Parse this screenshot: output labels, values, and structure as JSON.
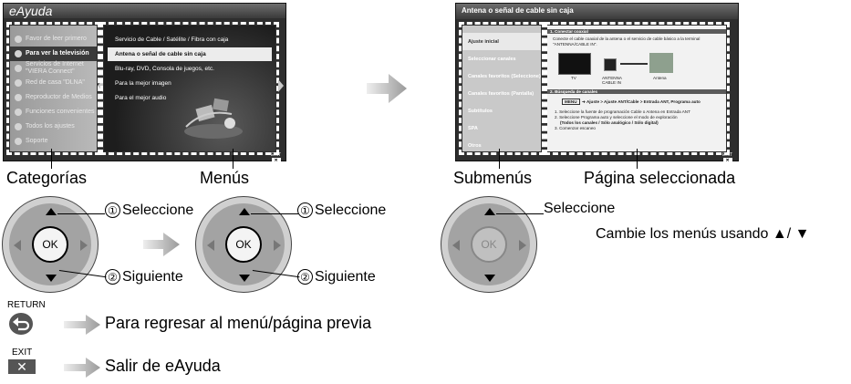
{
  "left_screen": {
    "title": "eAyuda",
    "categories": [
      {
        "label": "Favor de leer primero",
        "active": false
      },
      {
        "label": "Para ver la televisión",
        "active": true
      },
      {
        "label": "Servicios de Internet \"VIERA Connect\"",
        "active": false
      },
      {
        "label": "Red de casa \"DLNA\"",
        "active": false
      },
      {
        "label": "Reproductor de Medios",
        "active": false
      },
      {
        "label": "Funciones convenientes",
        "active": false
      },
      {
        "label": "Todos los ajustes",
        "active": false
      },
      {
        "label": "Soporte",
        "active": false
      }
    ],
    "menus": [
      {
        "label": "Servicio de Cable / Satélite / Fibra con caja",
        "active": false
      },
      {
        "label": "Antena o señal de cable sin caja",
        "active": true
      },
      {
        "label": "Blu-ray, DVD, Consola de juegos, etc.",
        "active": false
      },
      {
        "label": "Para la mejor imagen",
        "active": false
      },
      {
        "label": "Para el mejor audio",
        "active": false
      }
    ],
    "exit_label": "EXIT",
    "exit_key": "✕"
  },
  "right_screen": {
    "title": "Antena o señal de cable sin caja",
    "submenus": [
      {
        "label": "Ajuste inicial",
        "active": true
      },
      {
        "label": "Seleccionar canales",
        "active": false
      },
      {
        "label": "Canales favoritos (Seleccione)",
        "active": false
      },
      {
        "label": "Canales favoritos (Pantalla)",
        "active": false
      },
      {
        "label": "Subtítulos",
        "active": false
      },
      {
        "label": "SPA",
        "active": false
      },
      {
        "label": "Otros",
        "active": false
      }
    ],
    "page": {
      "section1": "1. Conectar coaxial",
      "section1_text1": "Conecte el cable coaxial de la antena o el servicio de cable básico a la terminal",
      "section1_text2": "\"ANTENNA/CABLE IN\".",
      "tv_label": "TV",
      "port_label1": "ANTENNA",
      "port_label2": "CABLE IN",
      "antenna_label": "Antena",
      "section2": "2. Búsqueda de canales",
      "menu_key": "MENU",
      "path": "➜ Ajuste > Ajuste ANT/Cable > Entrada ANT, Programa auto",
      "step1": "1. Seleccione la fuente de programación Cable o Antena en Entrada ANT",
      "step2": "2. Seleccione Programa auto y seleccione el modo de exploración",
      "step2b": "(Todos los canales / Sólo analógico / Sólo digital)",
      "step3": "3. Comenzar escaneo"
    },
    "exit_label": "EXIT",
    "exit_key": "✕"
  },
  "labels": {
    "categorias": "Categorías",
    "menus": "Menús",
    "submenus": "Submenús",
    "pagina": "Página seleccionada"
  },
  "dpad_left": {
    "ok": "OK",
    "select_num": "①",
    "select": "Seleccione",
    "next_num": "②",
    "next": "Siguiente"
  },
  "dpad_mid": {
    "ok": "OK",
    "select_num": "①",
    "select": "Seleccione",
    "next_num": "②",
    "next": "Siguiente"
  },
  "dpad_right": {
    "ok": "OK",
    "select": "Seleccione",
    "change_menus": "Cambie los menús usando ▲/ ▼"
  },
  "return_row": {
    "key_label": "RETURN",
    "text": "Para regresar al menú/página previa"
  },
  "exit_row": {
    "key_label": "EXIT",
    "key_symbol": "✕",
    "text": "Salir de eAyuda"
  },
  "colors": {
    "screen_bg": "#2e2e2e",
    "arrow_grey": "#bdbdbd",
    "dpad_grey": "#a3a3a3"
  }
}
